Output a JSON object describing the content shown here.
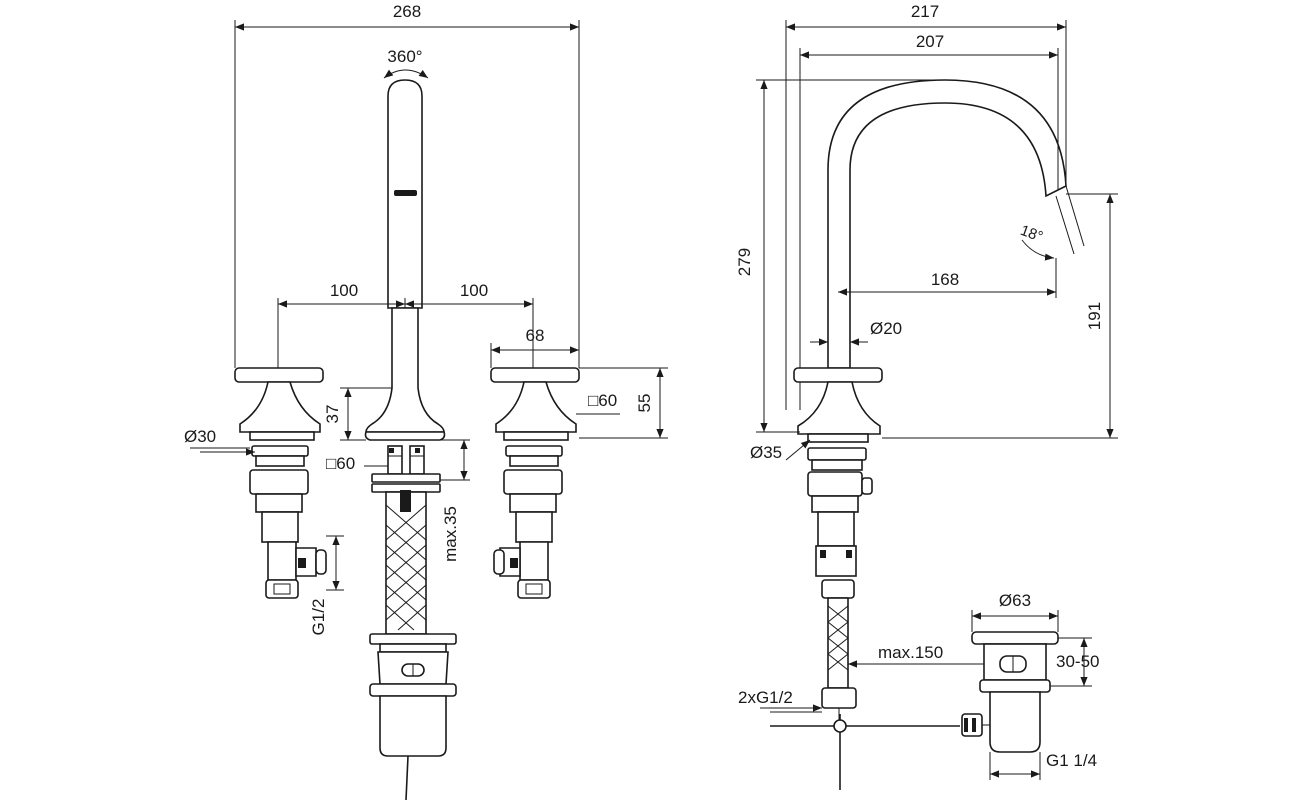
{
  "dimensions": {
    "left_total_width": "268",
    "rotation": "360°",
    "spacing_left": "100",
    "spacing_right": "100",
    "handle_width": "68",
    "handle_height": "55",
    "spout_base_height": "37",
    "handle_square": "□60",
    "deck_square": "□60",
    "handle_diameter": "Ø30",
    "max_deck": "max.35",
    "inlet_thread": "G1/2",
    "right_total_width": "217",
    "spout_reach_outer": "207",
    "spout_height": "279",
    "spout_angle": "18°",
    "spout_reach": "168",
    "spout_diameter": "Ø20",
    "outlet_height": "191",
    "base_diameter": "Ø35",
    "waste_diameter": "Ø63",
    "waste_range": "30-50",
    "hose_max": "max.150",
    "hose_thread": "2xG1/2",
    "waste_thread": "G1 1/4"
  }
}
